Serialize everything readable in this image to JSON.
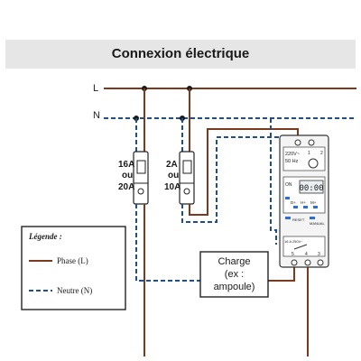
{
  "title": "Connexion électrique",
  "lines": {
    "phase": "L",
    "neutral": "N"
  },
  "breaker_left": {
    "rating_1": "16A",
    "or_word": "ou",
    "rating_2": "20A"
  },
  "breaker_right": {
    "rating_1": "2A",
    "or_word": "ou",
    "rating_2": "10A"
  },
  "load": {
    "line1": "Charge",
    "line2": "(ex :",
    "line3": "ampoule)"
  },
  "legend": {
    "title": "Légende :",
    "phase": "Phase (L)",
    "neutral": "Neutre (N)"
  },
  "timer": {
    "spec_line1": "220V~",
    "spec_line2": "50 Hz",
    "top_terminals": [
      "1",
      "2"
    ],
    "on_label": "ON",
    "buttons": [
      "D+",
      "H+",
      "M+"
    ],
    "bottom_buttons": [
      "RESET",
      "MANUAL"
    ],
    "relay_spec": "16 A 250V~",
    "bottom_terminals": [
      "5",
      "4",
      "3"
    ]
  },
  "colors": {
    "phase": "#7b3a1c",
    "neutral": "#1f4e8c",
    "title_bg": "#e7e6e6"
  }
}
